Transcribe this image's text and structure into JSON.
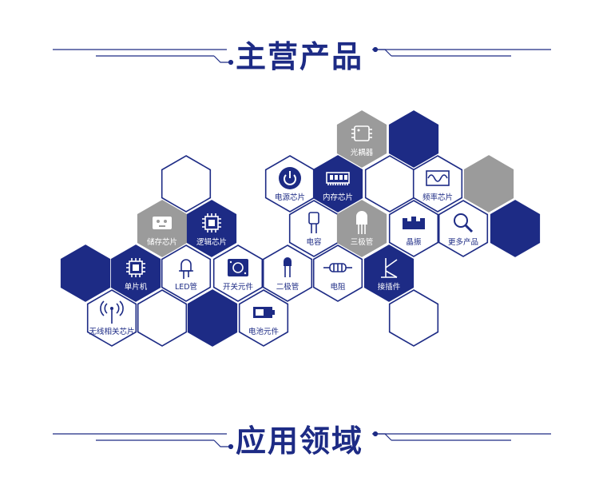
{
  "colors": {
    "navy": "#1d2b85",
    "gray": "#9b9b9b",
    "white": "#ffffff",
    "outline": "#1d2b85"
  },
  "sections": {
    "products_title": "主营产品",
    "applications_title": "应用领域"
  },
  "products": [
    {
      "label": "光耦器",
      "icon": "optocoupler-icon",
      "style": "gray"
    },
    {
      "label": "电源芯片",
      "icon": "power-icon",
      "style": "white"
    },
    {
      "label": "内存芯片",
      "icon": "memory-icon",
      "style": "navy"
    },
    {
      "label": "频率芯片",
      "icon": "waveform-icon",
      "style": "white"
    },
    {
      "label": "储存芯片",
      "icon": "storage-chip-icon",
      "style": "gray"
    },
    {
      "label": "逻辑芯片",
      "icon": "chip-icon",
      "style": "navy"
    },
    {
      "label": "电容",
      "icon": "capacitor-icon",
      "style": "white"
    },
    {
      "label": "三极管",
      "icon": "transistor-icon",
      "style": "gray"
    },
    {
      "label": "晶振",
      "icon": "crystal-icon",
      "style": "white"
    },
    {
      "label": "更多产品",
      "icon": "magnifier-icon",
      "style": "white"
    },
    {
      "label": "单片机",
      "icon": "mcu-icon",
      "style": "navy"
    },
    {
      "label": "LED管",
      "icon": "led-icon",
      "style": "white"
    },
    {
      "label": "开关元件",
      "icon": "switch-icon",
      "style": "white"
    },
    {
      "label": "二极管",
      "icon": "diode-icon",
      "style": "white"
    },
    {
      "label": "电阻",
      "icon": "resistor-icon",
      "style": "white"
    },
    {
      "label": "接插件",
      "icon": "connector-icon",
      "style": "navy"
    },
    {
      "label": "无线相关芯片",
      "icon": "wireless-icon",
      "style": "white"
    },
    {
      "label": "电池元件",
      "icon": "battery-icon",
      "style": "white"
    }
  ]
}
